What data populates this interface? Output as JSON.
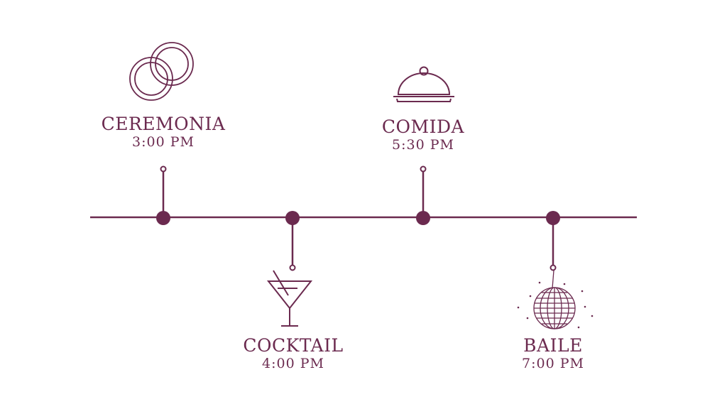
{
  "colors": {
    "accent": "#6b2a4f"
  },
  "events": [
    {
      "title": "CEREMONIA",
      "time": "3:00 PM",
      "icon": "wedding-rings-icon"
    },
    {
      "title": "COCKTAIL",
      "time": "4:00 PM",
      "icon": "cocktail-glass-icon"
    },
    {
      "title": "COMIDA",
      "time": "5:30 PM",
      "icon": "food-cloche-icon"
    },
    {
      "title": "BAILE",
      "time": "7:00 PM",
      "icon": "disco-ball-icon"
    }
  ]
}
